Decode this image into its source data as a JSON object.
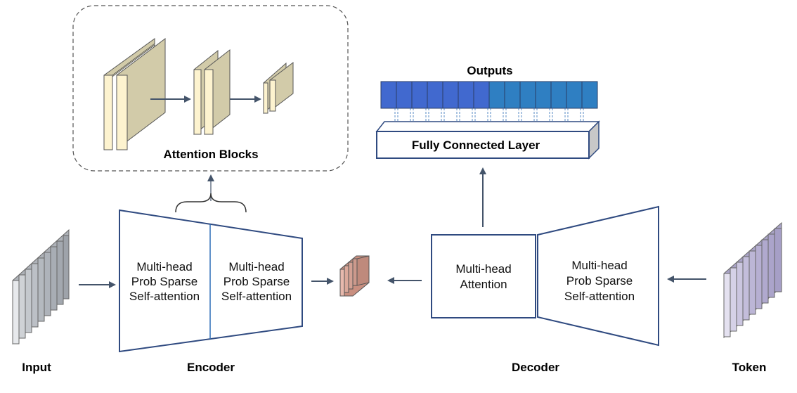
{
  "labels": {
    "attention_blocks": "Attention Blocks",
    "outputs": "Outputs",
    "fully_connected": "Fully Connected Layer",
    "input": "Input",
    "encoder": "Encoder",
    "decoder": "Decoder",
    "token": "Token"
  },
  "encoder": {
    "left_block": [
      "Multi-head",
      "Prob Sparse",
      "Self-attention"
    ],
    "right_block": [
      "Multi-head",
      "Prob Sparse",
      "Self-attention"
    ]
  },
  "decoder": {
    "attention_block": [
      "Multi-head",
      "Attention"
    ],
    "sparse_block": [
      "Multi-head",
      "Prob Sparse",
      "Self-attention"
    ]
  },
  "colors": {
    "stroke": "#2f4a80",
    "arrow": "#44546a",
    "attention_layer_front": "#fdf3cf",
    "attention_layer_side": "#d2cba9",
    "output_cells": [
      "#4169cf",
      "#4169cf",
      "#4169cf",
      "#4169cf",
      "#4169cf",
      "#4169cf",
      "#4169cf",
      "#2f7fc2",
      "#2f7fc2",
      "#2f7fc2",
      "#2f7fc2",
      "#2f7fc2",
      "#2f7fc2",
      "#2f7fc2"
    ],
    "input_layer": "#cfd2d6",
    "token_layer": "#c9c4df",
    "latent_layer": "#d9a79a"
  }
}
